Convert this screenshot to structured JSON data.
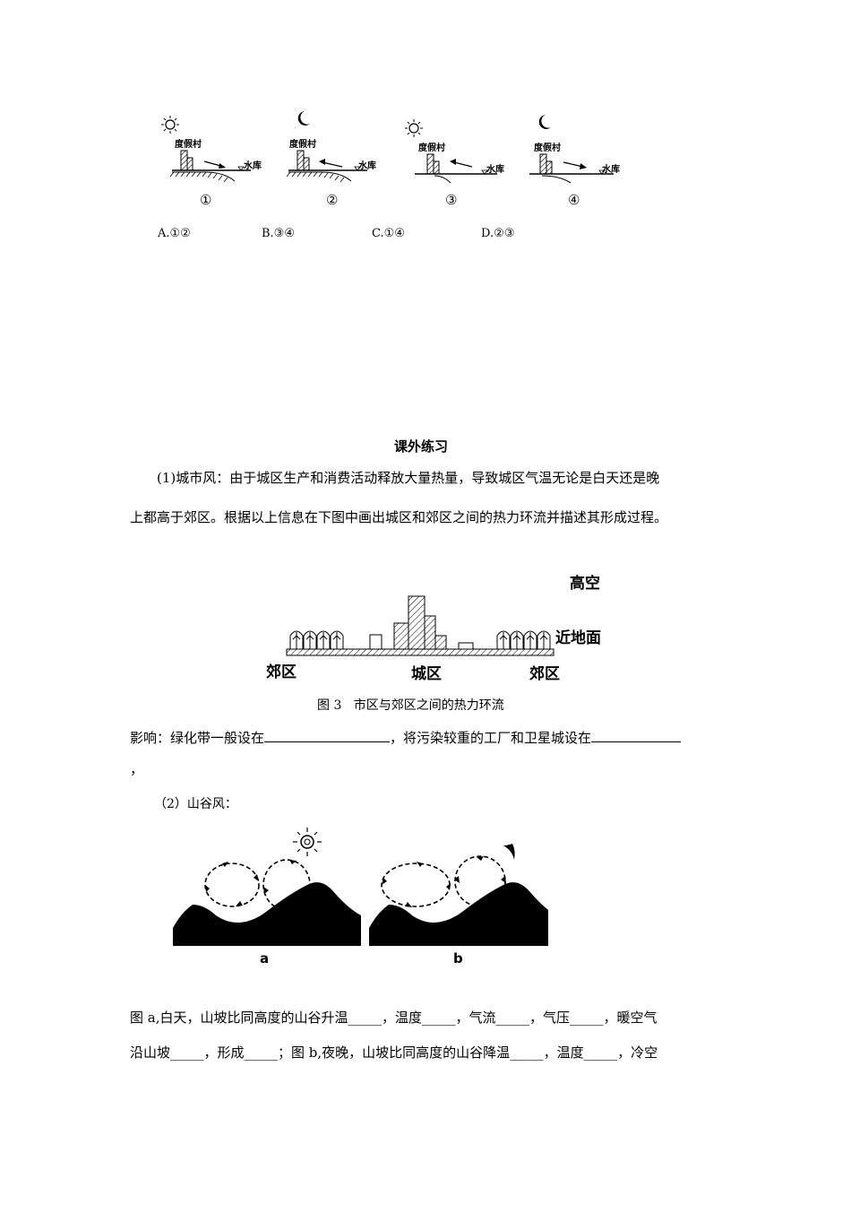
{
  "top_figure": {
    "resort_label": "度假村",
    "reservoir_label": "水库",
    "panel_numbers": [
      "①",
      "②",
      "③",
      "④"
    ],
    "options": [
      "A.①②",
      "B.③④",
      "C.①④",
      "D.②③"
    ]
  },
  "section": {
    "title": "课外练习",
    "para1_line1": "(1)城市风：由于城区生产和消费活动释放大量热量，导致城区气温无论是白天还是晚",
    "para1_line2": "上都高于郊区。根据以上信息在下图中画出城区和郊区之间的热力环流并描述其形成过程。"
  },
  "city_figure": {
    "high_altitude": "高空",
    "near_ground": "近地面",
    "suburb_left": "郊区",
    "city": "城区",
    "suburb_right": "郊区",
    "caption": "图 3   市区与郊区之间的热力环流"
  },
  "influence": {
    "part1": "影响：绿化带一般设在",
    "part2": "，将污染较重的工厂和卫星城设在",
    "comma": "，"
  },
  "valley": {
    "heading": "（2）山谷风：",
    "label_a": "a",
    "label_b": "b",
    "line1": "图 a,白天，山坡比同高度的山谷升温_____，温度_____，气流_____，气压_____，暖空气",
    "line2": "沿山坡_____，形成_____；图 b,夜晚，山坡比同高度的山谷降温_____，温度_____，冷空"
  }
}
